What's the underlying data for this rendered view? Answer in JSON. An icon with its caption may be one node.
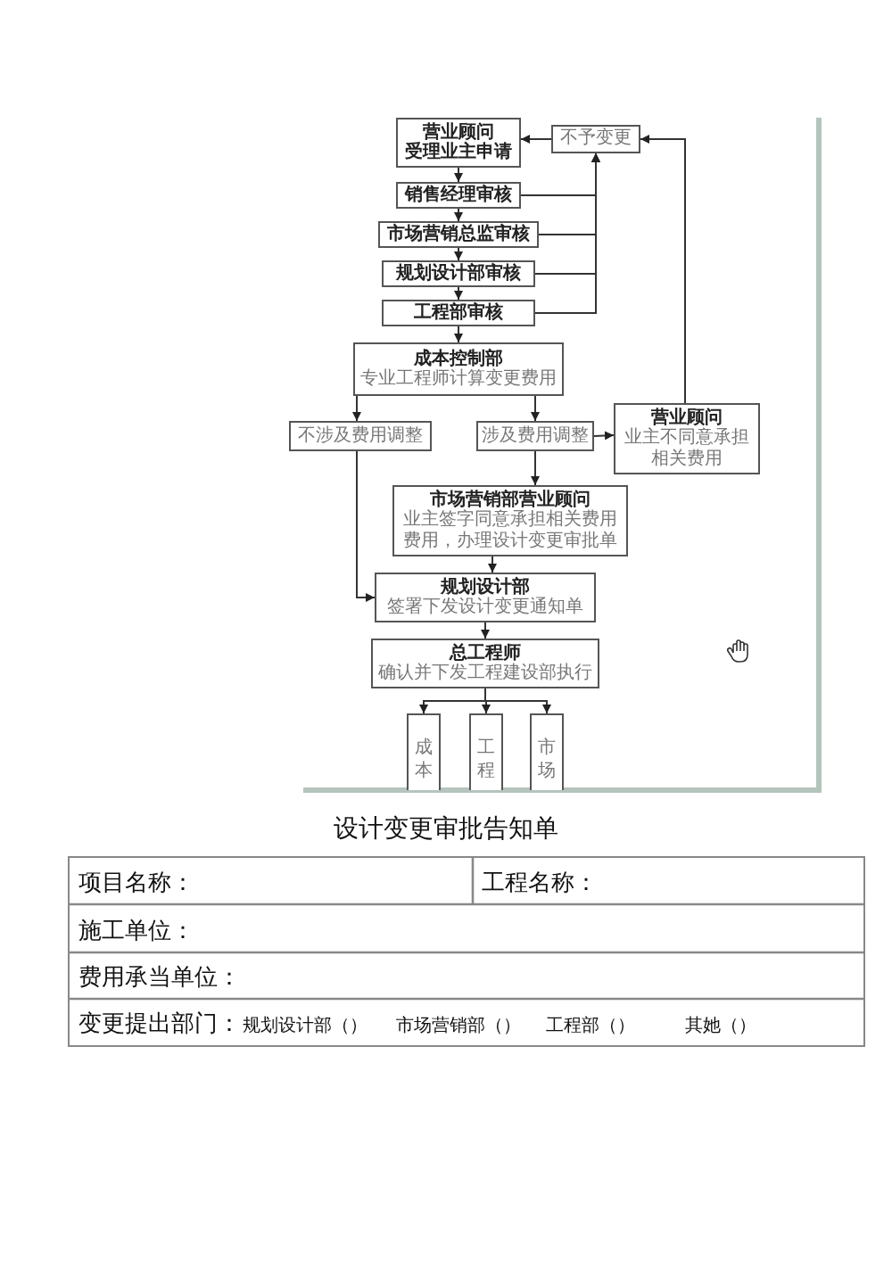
{
  "diagram": {
    "nodes": [
      {
        "text": [
          "营业顾问",
          "受理业主申请"
        ]
      },
      {
        "text": [
          "不予变更"
        ]
      },
      {
        "text": [
          "销售经理审核"
        ]
      },
      {
        "text": [
          "市场营销总监审核"
        ]
      },
      {
        "text": [
          "规划设计部审核"
        ]
      },
      {
        "text": [
          "工程部审核"
        ]
      },
      {
        "text": [
          "成本控制部",
          "专业工程师计算变更费用"
        ]
      },
      {
        "text": [
          "不涉及费用调整"
        ]
      },
      {
        "text": [
          "涉及费用调整"
        ]
      },
      {
        "text": [
          "营业顾问",
          "业主不同意承担相关费用"
        ]
      },
      {
        "text": [
          "市场营销部营业顾问",
          "业主签字同意承担相关费用费用，办理设计变更审批单"
        ]
      },
      {
        "text": [
          "规划设计部",
          "签署下发设计变更通知单"
        ]
      },
      {
        "text": [
          "总工程师",
          "确认并下发工程建设部执行"
        ]
      },
      {
        "text": [
          "成本"
        ]
      },
      {
        "text": [
          "工程"
        ]
      },
      {
        "text": [
          "市场"
        ]
      }
    ],
    "edges": [
      {
        "from": 0,
        "to": 2,
        "arrow": "to"
      },
      {
        "from": 2,
        "to": 3,
        "arrow": "to"
      },
      {
        "from": 3,
        "to": 4,
        "arrow": "to"
      },
      {
        "from": 4,
        "to": 5,
        "arrow": "to"
      },
      {
        "from": 5,
        "to": 6,
        "arrow": "to"
      },
      {
        "from": 1,
        "to": 0,
        "arrow": "to"
      },
      {
        "from": 2,
        "to": 1,
        "arrow": "to"
      },
      {
        "from": 3,
        "to": 1,
        "arrow": "to"
      },
      {
        "from": 4,
        "to": 1,
        "arrow": "to"
      },
      {
        "from": 5,
        "to": 1,
        "arrow": "to"
      },
      {
        "from": 9,
        "to": 1,
        "arrow": "to"
      },
      {
        "from": 6,
        "to": 7,
        "arrow": "to"
      },
      {
        "from": 6,
        "to": 8,
        "arrow": "to"
      },
      {
        "from": 8,
        "to": 9,
        "arrow": "to"
      },
      {
        "from": 8,
        "to": 10,
        "arrow": "to"
      },
      {
        "from": 7,
        "to": 11,
        "arrow": "to"
      },
      {
        "from": 10,
        "to": 11,
        "arrow": "to"
      },
      {
        "from": 11,
        "to": 12,
        "arrow": "to"
      },
      {
        "from": 12,
        "to": 13,
        "arrow": "to"
      },
      {
        "from": 12,
        "to": 14,
        "arrow": "to"
      },
      {
        "from": 12,
        "to": 15,
        "arrow": "to"
      }
    ],
    "labels": [
      "设计变更审批告知单",
      "项目名称：",
      "工程名称：",
      "施工单位：",
      "费用承当单位：",
      "变更提出部门：",
      "规划设计部（）",
      "市场营销部（）",
      "工程部（）",
      "其她（）"
    ]
  }
}
